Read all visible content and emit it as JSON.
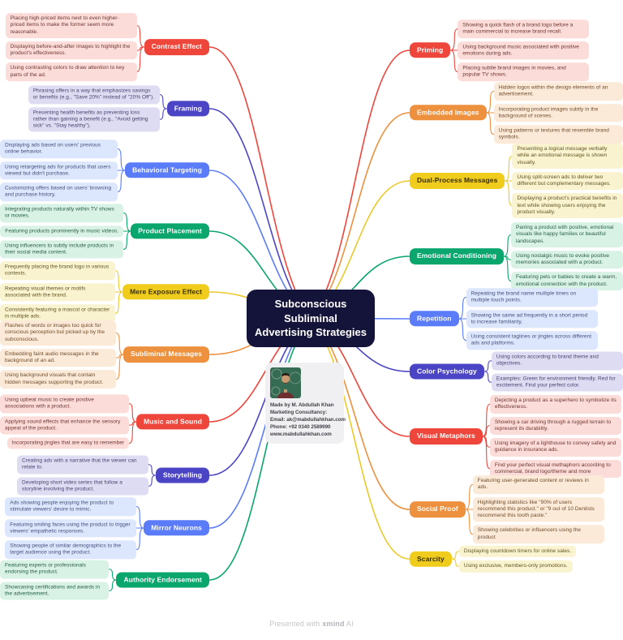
{
  "central": {
    "line1": "Subconscious",
    "line2": "Subliminal",
    "line3": "Advertising Strategies"
  },
  "author_card": {
    "photo_icon": "portrait-of-man-on-green-chalkboard",
    "line1": "Made by M. Abdullah Khan",
    "line2": "Marketing Consultancy:",
    "line3": "Email: ak@mabdullahkhan.com",
    "line4": "Phone: +92 0340 2589990",
    "line5": "www.mabdullahkhan.com"
  },
  "footer": {
    "prefix": "Presented with ",
    "brand": "xmind",
    "suffix": " AI"
  },
  "palette": {
    "red": {
      "topic_bg": "#ef463c",
      "topic_text": "#ffffff",
      "leaf_bg": "#fbdcd8",
      "leaf_text": "#6d3430",
      "line": "#ef463c"
    },
    "orange": {
      "topic_bg": "#ee913e",
      "topic_text": "#ffffff",
      "leaf_bg": "#fcead9",
      "leaf_text": "#6d4a28",
      "line": "#ee913e"
    },
    "yellow": {
      "topic_bg": "#f0cd1d",
      "topic_text": "#3a2e05",
      "leaf_bg": "#faf3cf",
      "leaf_text": "#5f5222",
      "line": "#ecc92a"
    },
    "green": {
      "topic_bg": "#0aa66e",
      "topic_text": "#ffffff",
      "leaf_bg": "#d9f2e6",
      "leaf_text": "#265c45",
      "line": "#0aa66e"
    },
    "blue": {
      "topic_bg": "#5b7cf8",
      "topic_text": "#ffffff",
      "leaf_bg": "#dce6fc",
      "leaf_text": "#45507c",
      "line": "#5b7cf8"
    },
    "indigo": {
      "topic_bg": "#4b44c4",
      "topic_text": "#ffffff",
      "leaf_bg": "#dedcf2",
      "leaf_text": "#46436f",
      "line": "#4b44c4"
    }
  },
  "branches": [
    {
      "id": "contrast-effect",
      "side": "left",
      "color": "red",
      "label": "Contrast Effect",
      "leaves": [
        "Placing high-priced items next to even higher-priced items to make the former seem more reasonable.",
        "Displaying before-and-after images to highlight the product's effectiveness.",
        "Using contrasting colors to draw attention to key parts of the ad."
      ]
    },
    {
      "id": "framing",
      "side": "left",
      "color": "indigo",
      "label": "Framing",
      "leaves": [
        "Phrasing offers in a way that emphasizes savings or benefits (e.g., \"Save 20%\" instead of \"20% Off\").",
        "Presenting health benefits as preventing loss rather than gaining a benefit (e.g., \"Avoid getting sick\" vs. \"Stay healthy\")."
      ]
    },
    {
      "id": "behavioral-targeting",
      "side": "left",
      "color": "blue",
      "label": "Behavioral Targeting",
      "leaves": [
        "Displaying ads based on users' previous online behavior.",
        "Using retargeting ads for products that users viewed but didn't purchase.",
        "Customizing offers based on users' browsing and purchase history."
      ]
    },
    {
      "id": "product-placement",
      "side": "left",
      "color": "green",
      "label": "Product Placement",
      "leaves": [
        "Integrating products naturally within TV shows or movies.",
        "Featuring products prominently in music videos.",
        "Using influencers to subtly include products in their social media content."
      ]
    },
    {
      "id": "mere-exposure-effect",
      "side": "left",
      "color": "yellow",
      "label": "Mere Exposure Effect",
      "leaves": [
        "Frequently placing the brand logo in various contexts.",
        "Repeating visual themes or motifs associated with the brand.",
        "Consistently featuring a mascot or character in multiple ads."
      ]
    },
    {
      "id": "subliminal-messages",
      "side": "left",
      "color": "orange",
      "label": "Subliminal Messages",
      "leaves": [
        "Flashes of words or images too quick for conscious perception but picked up by the subconscious.",
        "Embedding faint audio messages in the background of an ad.",
        "Using background visuals that contain hidden messages supporting the product."
      ]
    },
    {
      "id": "music-and-sound",
      "side": "left",
      "color": "red",
      "label": "Music and Sound",
      "leaves": [
        "Using upbeat music to create positive associations with a product.",
        "Applying sound effects that enhance the sensory appeal of the product.",
        "Incorporating jingles that are easy to remember"
      ]
    },
    {
      "id": "storytelling",
      "side": "left",
      "color": "indigo",
      "label": "Storytelling",
      "leaves": [
        "Creating ads with a narrative that the viewer can relate to.",
        "Developing short video series that follow a storyline involving the product."
      ]
    },
    {
      "id": "mirror-neurons",
      "side": "left",
      "color": "blue",
      "label": "Mirror Neurons",
      "leaves": [
        "Ads showing people enjoying the product to stimulate viewers' desire to mimic.",
        "Featuring smiling faces using the product to trigger viewers' empathetic responses.",
        "Showing people of similar demographics to the target audience using the product."
      ]
    },
    {
      "id": "authority-endorsement",
      "side": "left",
      "color": "green",
      "label": "Authority Endorsement",
      "leaves": [
        "Featuring experts or professionals endorsing the product.",
        "Showcasing certifications and awards in the advertisement."
      ]
    },
    {
      "id": "priming",
      "side": "right",
      "color": "red",
      "label": "Priming",
      "leaves": [
        "Showing a quick flash of a brand logo before a main commercial to increase brand recall.",
        "Using background music associated with positive emotions during ads.",
        "Placing subtle brand images in movies, and popular TV shows."
      ]
    },
    {
      "id": "embedded-images",
      "side": "right",
      "color": "orange",
      "label": "Embedded Images",
      "leaves": [
        "Hidden logos within the design elements of an advertisement.",
        "Incorporating product images subtly in the background of scenes.",
        "Using patterns or textures that resemble brand symbols."
      ]
    },
    {
      "id": "dual-process-messages",
      "side": "right",
      "color": "yellow",
      "label": "Dual-Process Messages",
      "leaves": [
        "Presenting a logical message verbally while an emotional message is shown visually.",
        "Using split-screen ads to deliver two different but complementary messages.",
        "Displaying a product's practical benefits in text while showing users enjoying the product visually."
      ]
    },
    {
      "id": "emotional-conditioning",
      "side": "right",
      "color": "green",
      "label": "Emotional Conditioning",
      "leaves": [
        "Pairing a product with positive, emotional visuals like happy families or beautiful landscapes.",
        "Using nostalgic music to evoke positive memories associated with a product.",
        "Featuring pets or babies to create a warm, emotional connection with the product."
      ]
    },
    {
      "id": "repetition",
      "side": "right",
      "color": "blue",
      "label": "Repetition",
      "leaves": [
        "Repeating the brand name multiple times on multiple touch points.",
        "Showing the same ad frequently in a short period to increase familiarity.",
        "Using consistent taglines or jingles across different ads and platforms."
      ]
    },
    {
      "id": "color-psychology",
      "side": "right",
      "color": "indigo",
      "label": "Color Psychology",
      "leaves": [
        "Using colors according to brand theme and objectives.",
        "Examples: Green for environment friendly. Red for excitement. Find your perfect color."
      ]
    },
    {
      "id": "visual-metaphors",
      "side": "right",
      "color": "red",
      "label": "Visual Metaphors",
      "leaves": [
        "Depicting a product as a superhero to symbolize its effectiveness.",
        "Showing a car driving through a rugged terrain to represent its durability.",
        "Using imagery of a lighthouse to convey safety and guidance in insurance ads.",
        "Find your perfect visual methaphors according to commercial, brand logo/theme and more"
      ]
    },
    {
      "id": "social-proof",
      "side": "right",
      "color": "orange",
      "label": "Social Proof",
      "leaves": [
        "Featuring user-generated content or reviews in ads.",
        "Highlighting statistics like \"90% of users recommend this product.\" or \"9 out of 10 Dentists recommend this tooth paste.\"",
        "Showing celebrities or influencers using the product"
      ]
    },
    {
      "id": "scarcity",
      "side": "right",
      "color": "yellow",
      "label": "Scarcity",
      "leaves": [
        "Displaying countdown timers for online sales.",
        "Using exclusive, members-only promotions."
      ]
    }
  ]
}
